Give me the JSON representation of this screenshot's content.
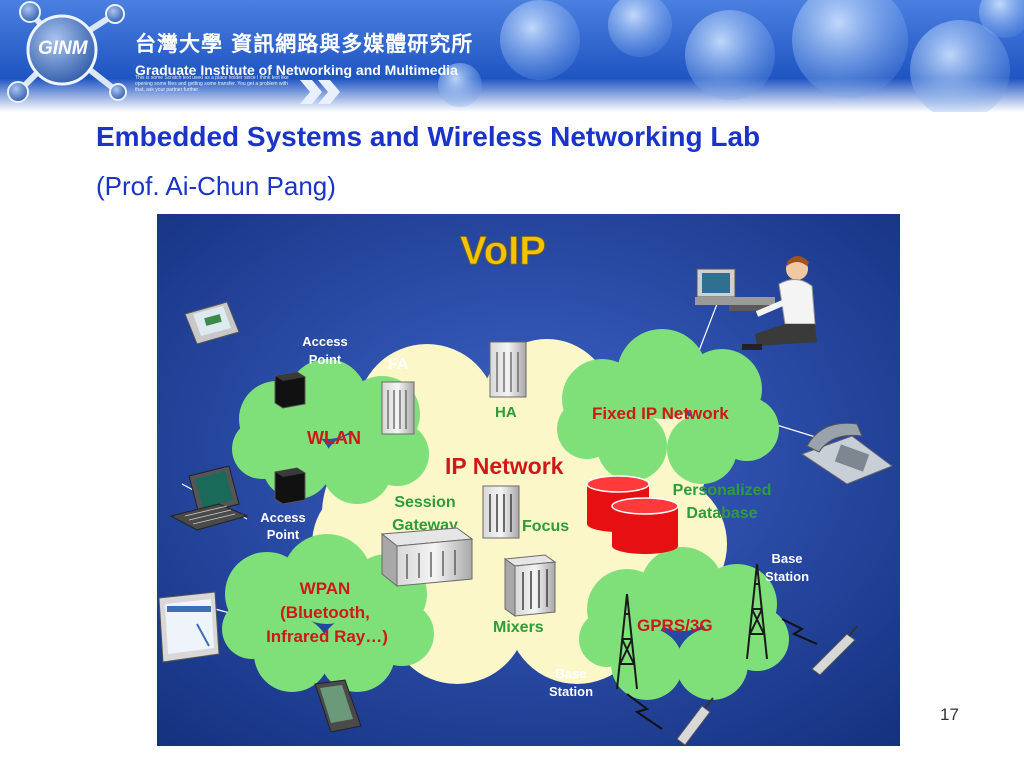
{
  "banner": {
    "logo": "GINM",
    "institute_cn": "台灣大學 資訊網路與多媒體研究所",
    "institute_en": "Graduate Institute of Networking and Multimedia",
    "small_text": "This is some Scratch text used as a place holder since I think text like opening some files and getting some transfer. You get a problem with that, ask your partner further"
  },
  "slide": {
    "title": "Embedded Systems and Wireless Networking Lab",
    "subtitle": "(Prof. Ai-Chun Pang)",
    "page_number": "17"
  },
  "diagram": {
    "heading": "VoIP",
    "ip_network": "IP Network",
    "wlan": "WLAN",
    "wpan_line1": "WPAN",
    "wpan_line2": "(Bluetooth,",
    "wpan_line3": "Infrared Ray…)",
    "fixed_ip": "Fixed IP Network",
    "gprs": "GPRS/3G",
    "ap_top_line1": "Access",
    "ap_top_line2": "Point",
    "ap_bottom_line1": "Access",
    "ap_bottom_line2": "Point",
    "fa": "FA",
    "ha": "HA",
    "session_line1": "Session",
    "session_line2": "Gateway",
    "focus": "Focus",
    "db_line1": "Personalized",
    "db_line2": "Database",
    "mixers": "Mixers",
    "bs_right_line1": "Base",
    "bs_right_line2": "Station",
    "bs_bottom_line1": "Base",
    "bs_bottom_line2": "Station"
  },
  "colors": {
    "banner_blue": "#1c4fb0",
    "title_blue": "#1a33c8",
    "diagram_bg": "#1f3a8f",
    "cloud_green": "#7fe07a",
    "cloud_ip": "#fbf7c8",
    "label_red": "#d01818",
    "label_blue": "#1f56c9",
    "label_green": "#2f9b3a",
    "heading_yellow": "#f5c400"
  }
}
